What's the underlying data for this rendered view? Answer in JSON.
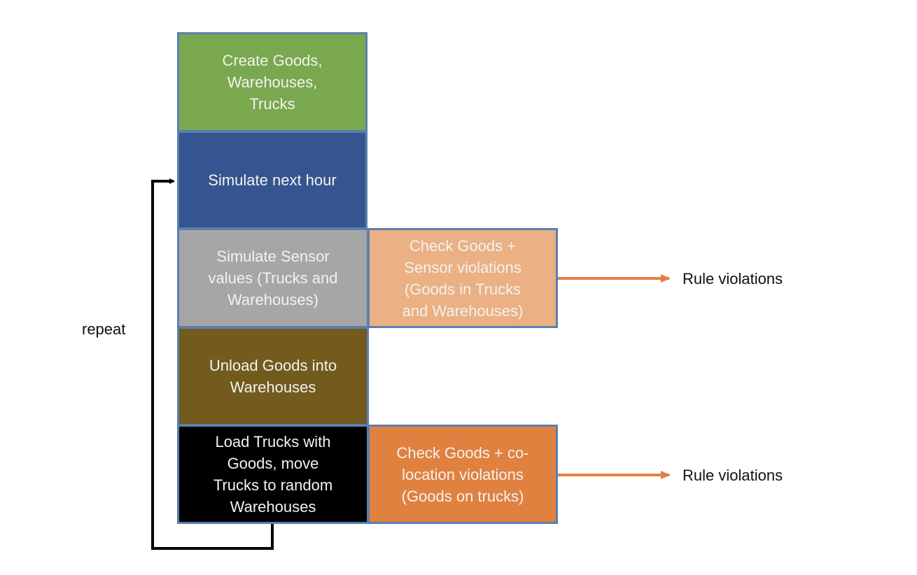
{
  "colors": {
    "create": "#79a84f",
    "simulate_hour": "#36548f",
    "sensor": "#a6a6a6",
    "unload": "#735b1e",
    "load": "#000000",
    "check_sensor": "#ebb083",
    "check_coloc": "#e08140",
    "arrow_orange": "#e08140",
    "arrow_black": "#000000"
  },
  "steps": {
    "create": "Create Goods,\nWarehouses,\nTrucks",
    "simulate_hour": "Simulate next hour",
    "sensor": "Simulate Sensor\nvalues (Trucks and\nWarehouses)",
    "unload": "Unload Goods into\nWarehouses",
    "load": "Load Trucks with\nGoods, move\nTrucks to random\nWarehouses"
  },
  "checks": {
    "sensor": "Check Goods +\nSensor violations\n(Goods in Trucks\nand Warehouses)",
    "coloc": "Check Goods + co-\nlocation violations\n(Goods on  trucks)"
  },
  "outputs": {
    "sensor": "Rule violations",
    "coloc": "Rule violations"
  },
  "loop_label": "repeat"
}
